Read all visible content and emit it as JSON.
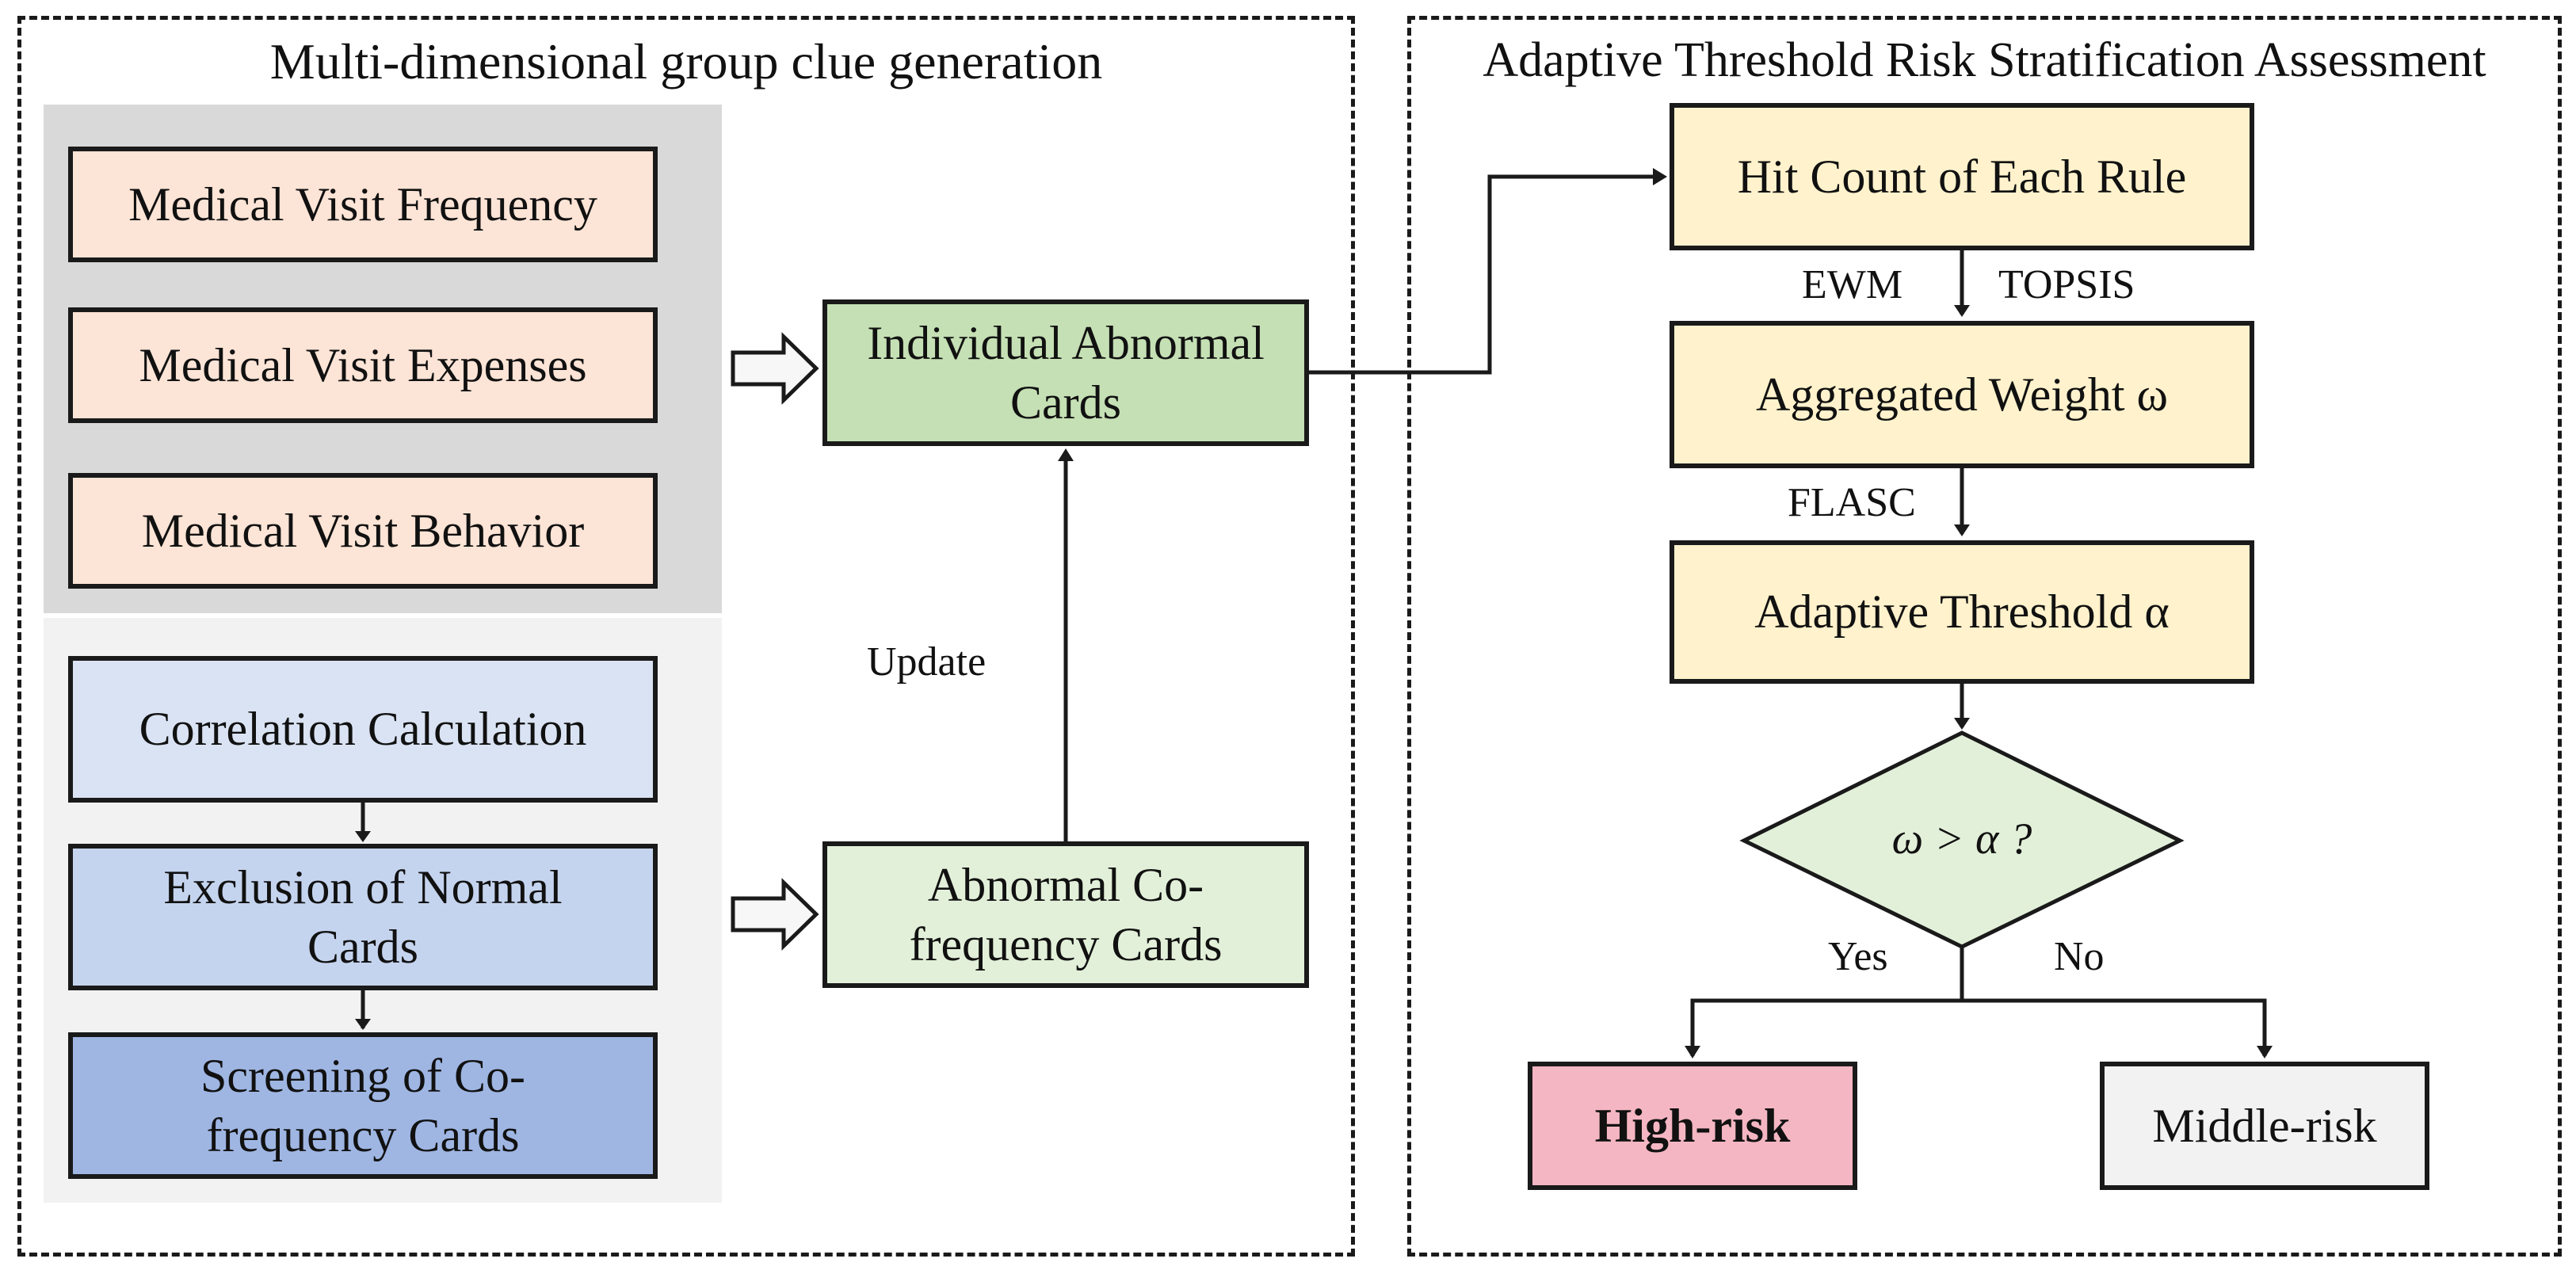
{
  "left_panel": {
    "title": "Multi-dimensional group clue generation",
    "individual_inputs": [
      "Medical Visit Frequency",
      "Medical Visit Expenses",
      "Medical Visit Behavior"
    ],
    "group_steps": [
      "Correlation Calculation",
      "Exclusion of Normal Cards",
      "Screening of Co-frequency Cards"
    ],
    "individual_output": "Individual Abnormal Cards",
    "group_output": "Abnormal Co-frequency Cards",
    "update_label": "Update"
  },
  "right_panel": {
    "title": "Adaptive Threshold Risk Stratification Assessment",
    "hit_count": "Hit Count of Each Rule",
    "method_left": "EWM",
    "method_right": "TOPSIS",
    "aggregated_weight": "Aggregated Weight ω",
    "flasc": "FLASC",
    "adaptive_threshold": "Adaptive Threshold α",
    "decision": "ω > α ?",
    "yes": "Yes",
    "no": "No",
    "high_risk": "High-risk",
    "middle_risk": "Middle-risk"
  },
  "colors": {
    "peach": "#fce4d6",
    "group_bg_dark": "#d9d9d9",
    "group_bg_light": "#f2f2f2",
    "blue_light": "#dae3f3",
    "blue_mid": "#c5d4ee",
    "blue_dark": "#9fb6e3",
    "green_dark": "#c5e0b4",
    "green_light": "#e2f0d9",
    "yellow": "#fff2cc",
    "pink": "#f4b6c2",
    "gray_box": "#f2f2f2"
  }
}
